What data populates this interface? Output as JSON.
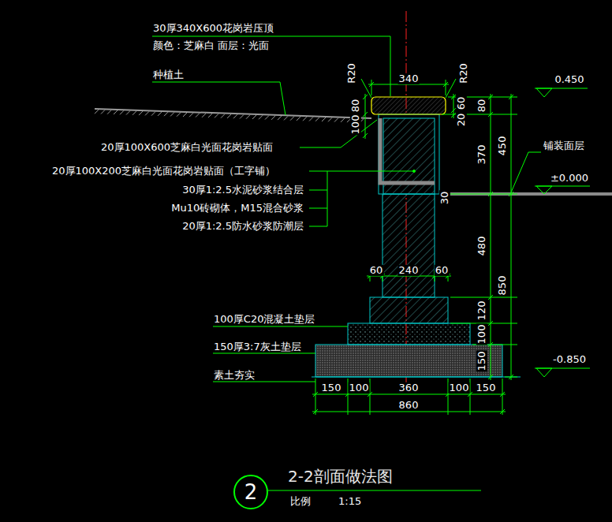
{
  "diagram": {
    "title": "2-2剖面做法图",
    "nodes": [
      {
        "text": [
          "2"
        ]
      }
    ],
    "labels": [
      "30厚340X600花岗岩压顶",
      "颜色：芝麻白 面层：光面",
      "种植土",
      "R20",
      "340",
      "R20",
      "0.450",
      "80",
      "100",
      "60",
      "20",
      "80",
      "20厚100X600芝麻白光面花岗岩贴面",
      "370",
      "450",
      "铺装面层",
      "20厚100X200芝麻白光面花岗岩贴面（工字铺）",
      "±0.000",
      "30厚1:2.5水泥砂浆结合层",
      "30",
      "Mu10砖砌体，M15混合砂浆",
      "20厚1:2.5防水砂浆防潮层",
      "480",
      "60",
      "240",
      "60",
      "850",
      "120",
      "100厚C20混凝土垫层",
      "100",
      "150厚3:7灰土垫层",
      "150",
      "-0.850",
      "素土夯实",
      "150",
      "100",
      "360",
      "100",
      "150",
      "860",
      "比例",
      "1:15"
    ]
  }
}
